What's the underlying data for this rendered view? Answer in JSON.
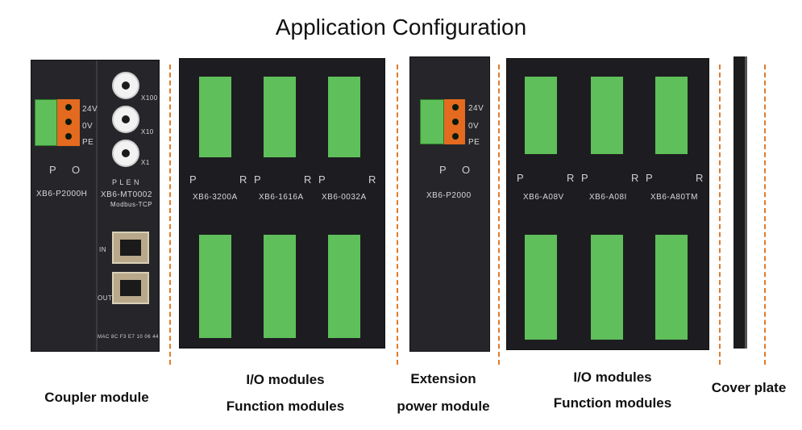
{
  "title": "Application Configuration",
  "coupler": {
    "power_labels": [
      "24V",
      "0V",
      "PE"
    ],
    "po": "P O",
    "model_left": "XB6-P2000H",
    "dial_labels": [
      "X100",
      "X10",
      "X1"
    ],
    "plen": "P L E N",
    "model_right": "XB6-MT0002",
    "protocol": "Modbus-TCP",
    "port_in": "IN",
    "port_out": "OUT",
    "mac": "MAC 8C F3 E7 10 06 44"
  },
  "io_group1": {
    "models": [
      "XB6-3200A",
      "XB6-1616A",
      "XB6-0032A"
    ],
    "p": "P",
    "r": "R"
  },
  "extension": {
    "power_labels": [
      "24V",
      "0V",
      "PE"
    ],
    "po": "P O",
    "model": "XB6-P2000"
  },
  "io_group2": {
    "models": [
      "XB6-A08V",
      "XB6-A08I",
      "XB6-A80TM"
    ],
    "p": "P",
    "r": "R"
  },
  "captions": {
    "coupler": "Coupler module",
    "io1_line1": "I/O modules",
    "io1_line2": "Function modules",
    "ext_line1": "Extension",
    "ext_line2": "power module",
    "io2_line1": "I/O modules",
    "io2_line2": "Function modules",
    "cover": "Cover plate"
  }
}
